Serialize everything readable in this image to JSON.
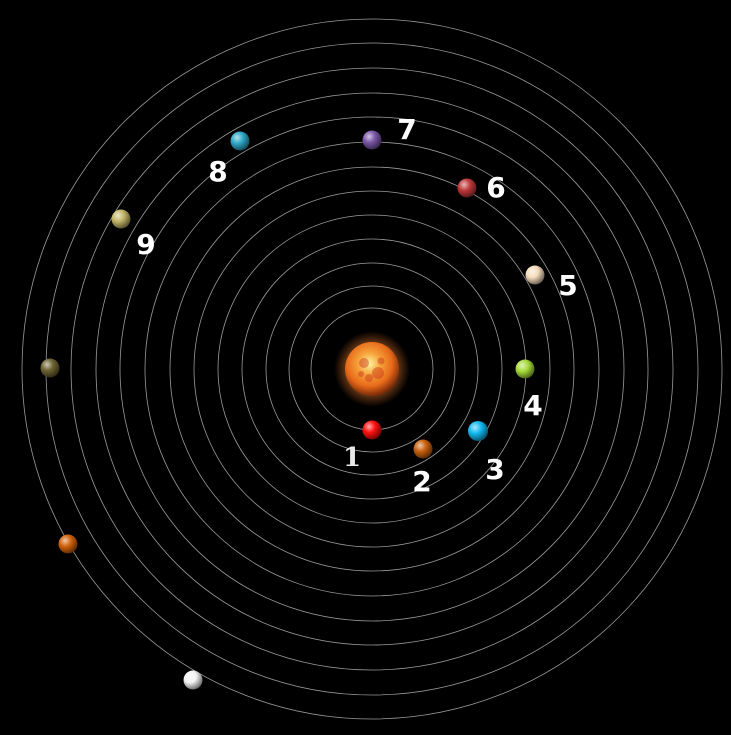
{
  "colors": {
    "background": "#000000",
    "orbit": "#cfcfcf",
    "label": "#ffffff",
    "label_1": "#e8e8e8"
  },
  "sun": {
    "name": "sun",
    "color": "#e86a1a"
  },
  "bodies": [
    {
      "id": 1,
      "label": "1",
      "color": "#ff1010"
    },
    {
      "id": 2,
      "label": "2",
      "color": "#c8610e"
    },
    {
      "id": 3,
      "label": "3",
      "color": "#12b8f0"
    },
    {
      "id": 4,
      "label": "4",
      "color": "#a6db3a"
    },
    {
      "id": 5,
      "label": "5",
      "color": "#f4dcbc"
    },
    {
      "id": 6,
      "label": "6",
      "color": "#c0383a"
    },
    {
      "id": 7,
      "label": "7",
      "color": "#7a56a8"
    },
    {
      "id": 8,
      "label": "8",
      "color": "#2ea8c8"
    },
    {
      "id": 9,
      "label": "9",
      "color": "#c2b468"
    },
    {
      "id": 10,
      "label": "",
      "color": "#6e6432"
    },
    {
      "id": 11,
      "label": "",
      "color": "#d2620a"
    },
    {
      "id": 12,
      "label": "",
      "color": "#f4f4f4"
    }
  ]
}
